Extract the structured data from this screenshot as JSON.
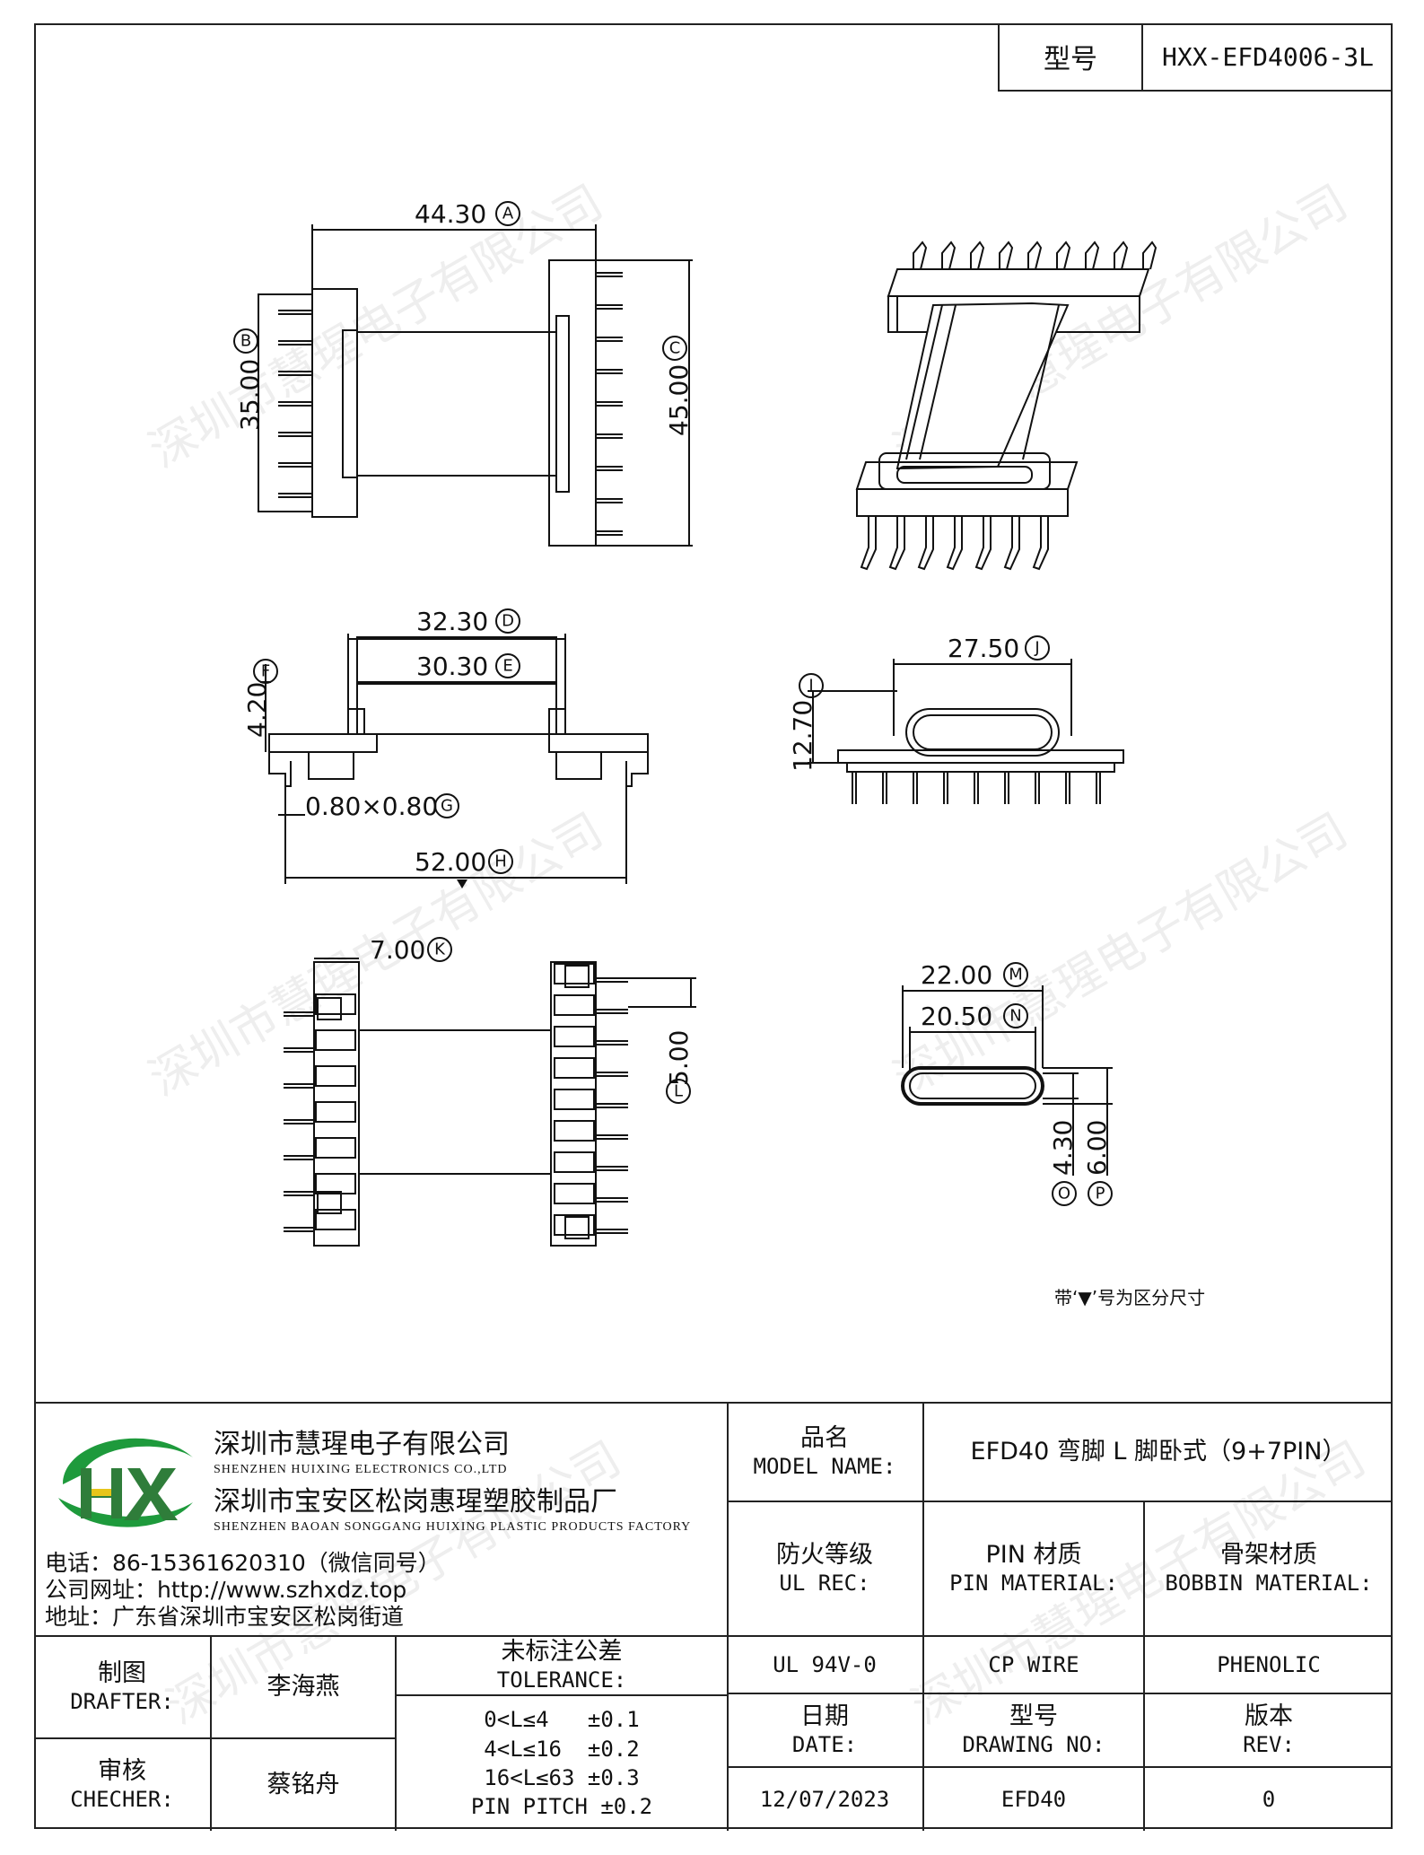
{
  "header": {
    "model_label": "型号",
    "model_value": "HXX-EFD4006-3L"
  },
  "dimensions": {
    "A": {
      "value": "44.30",
      "letter": "A"
    },
    "B": {
      "value": "35.00",
      "letter": "B"
    },
    "C": {
      "value": "45.00",
      "letter": "C"
    },
    "D": {
      "value": "32.30",
      "letter": "D"
    },
    "E": {
      "value": "30.30",
      "letter": "E"
    },
    "F": {
      "value": "4.20",
      "letter": "F"
    },
    "G": {
      "value": "0.80×0.80",
      "letter": "G"
    },
    "H": {
      "value": "52.00",
      "letter": "H"
    },
    "I": {
      "value": "12.70",
      "letter": "I"
    },
    "J": {
      "value": "27.50",
      "letter": "J"
    },
    "K": {
      "value": "7.00",
      "letter": "K"
    },
    "L": {
      "value": "5.00",
      "letter": "L"
    },
    "M": {
      "value": "22.00",
      "letter": "M"
    },
    "N": {
      "value": "20.50",
      "letter": "N"
    },
    "O": {
      "value": "4.30",
      "letter": "O"
    },
    "P": {
      "value": "6.00",
      "letter": "P"
    }
  },
  "note": "带‘▼’号为区分尺寸",
  "watermark": "深圳市慧瑆电子有限公司",
  "company": {
    "logo_text": "HX",
    "name1_zh": "深圳市慧瑆电子有限公司",
    "name1_en": "SHENZHEN HUIXING ELECTRONICS CO.,LTD",
    "name2_zh": "深圳市宝安区松岗惠瑆塑胶制品厂",
    "name2_en": "SHENZHEN BAOAN SONGGANG HUIXING PLASTIC PRODUCTS FACTORY",
    "phone": "电话：86-15361620310（微信同号）",
    "website": "公司网址：http://www.szhxdz.top",
    "address": "地址：广东省深圳市宝安区松岗街道"
  },
  "title_block": {
    "model_name_zh": "品名",
    "model_name_en": "MODEL NAME:",
    "model_name_value": "EFD40 弯脚 L 脚卧式（9+7PIN）",
    "ul_zh": "防火等级",
    "ul_en": "UL REC:",
    "ul_value": "UL 94V-0",
    "pin_zh": "PIN 材质",
    "pin_en": "PIN MATERIAL:",
    "pin_value": "CP WIRE",
    "bobbin_zh": "骨架材质",
    "bobbin_en": "BOBBIN MATERIAL:",
    "bobbin_value": "PHENOLIC",
    "drafter_zh": "制图",
    "drafter_en": "DRAFTER:",
    "drafter_name": "李海燕",
    "checker_zh": "审核",
    "checker_en": "CHECHER:",
    "checker_name": "蔡铭舟",
    "tolerance_zh": "未标注公差",
    "tolerance_en": "TOLERANCE:",
    "tolerances": [
      "0<L≤4   ±0.1",
      "4<L≤16  ±0.2",
      "16<L≤63 ±0.3",
      "PIN PITCH ±0.2"
    ],
    "date_zh": "日期",
    "date_en": "DATE:",
    "date_value": "12/07/2023",
    "drawing_zh": "型号",
    "drawing_en": "DRAWING NO:",
    "drawing_value": "EFD40",
    "rev_zh": "版本",
    "rev_en": "REV:",
    "rev_value": "0"
  }
}
